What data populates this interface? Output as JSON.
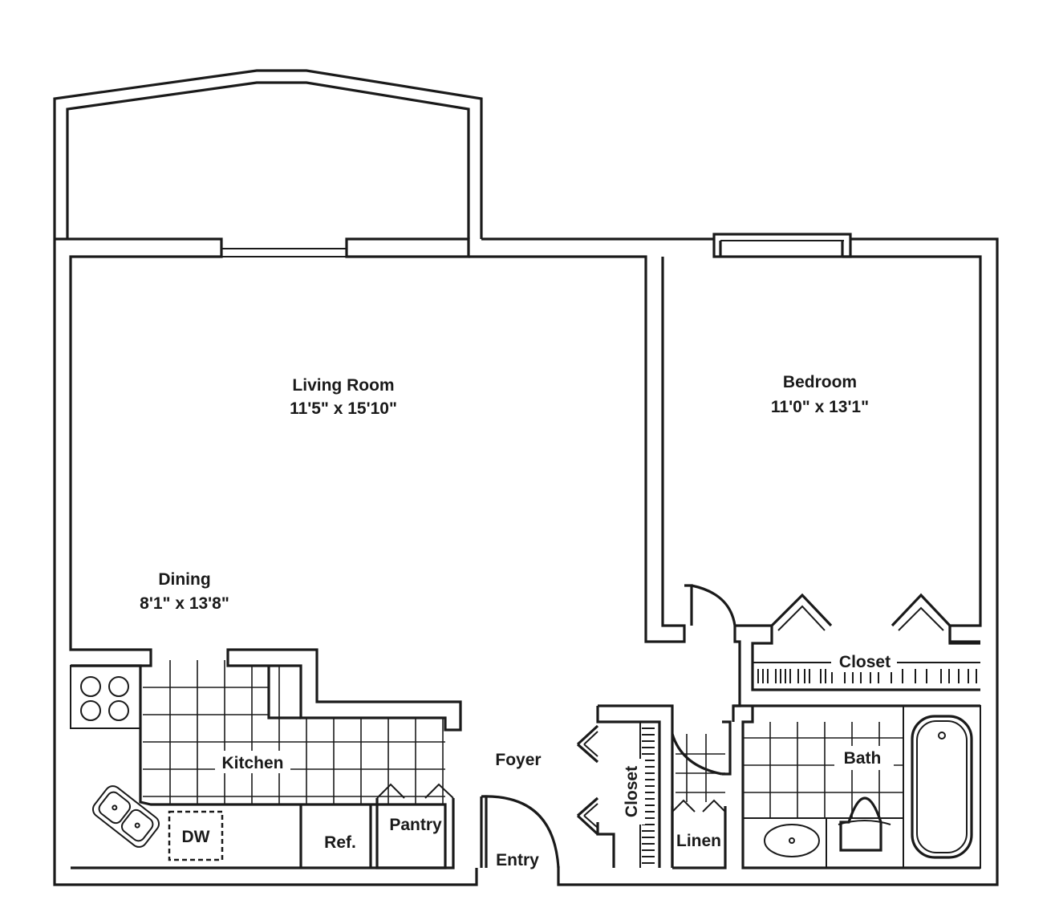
{
  "rooms": {
    "living": {
      "name": "Living Room",
      "size": "11'5\" x 15'10\""
    },
    "bedroom": {
      "name": "Bedroom",
      "size": "11'0\" x 13'1\""
    },
    "dining": {
      "name": "Dining",
      "size": "8'1\" x 13'8\""
    },
    "kitchen": {
      "name": "Kitchen"
    },
    "foyer": {
      "name": "Foyer"
    },
    "entry": {
      "name": "Entry"
    },
    "bath": {
      "name": "Bath"
    },
    "bedroom_closet": {
      "name": "Closet"
    },
    "foyer_closet": {
      "name": "Closet"
    },
    "linen": {
      "name": "Linen"
    },
    "pantry": {
      "name": "Pantry"
    }
  },
  "appliances": {
    "dishwasher": "DW",
    "refrigerator": "Ref."
  },
  "colors": {
    "line": "#1a1a1a",
    "background": "#ffffff"
  }
}
